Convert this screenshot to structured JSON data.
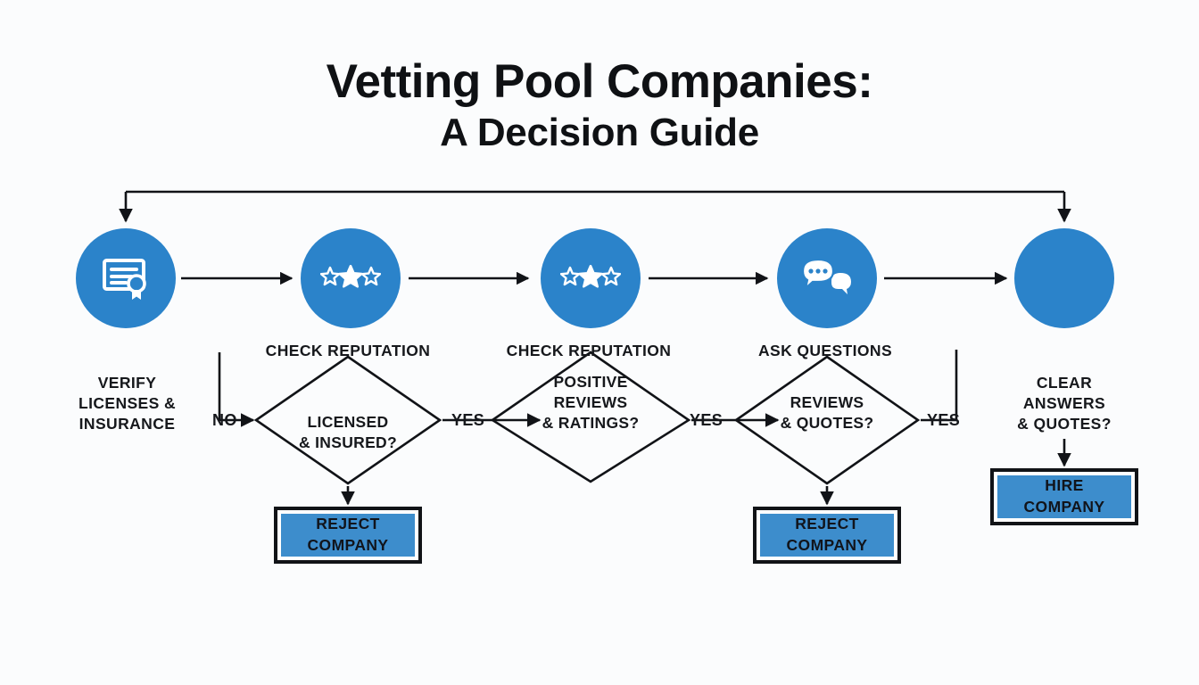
{
  "title": {
    "line1": "Vetting Pool Companies:",
    "line2": "A Decision Guide"
  },
  "colors": {
    "background": "#fbfcfd",
    "circle_blue": "#2b83ca",
    "box_blue": "#3d8dcc",
    "stroke": "#111317",
    "text": "#16181c"
  },
  "stages": [
    {
      "id": "verify-licenses",
      "icon": "certificate-icon",
      "caption": "VERIFY\nLICENSES &\nINSURANCE"
    },
    {
      "id": "check-reputation-1",
      "icon": "star-rating-icon",
      "caption": "CHECK REPUTATION"
    },
    {
      "id": "check-reputation-2",
      "icon": "star-rating-icon",
      "caption": "CHECK REPUTATION"
    },
    {
      "id": "ask-questions",
      "icon": "chat-bubbles-icon",
      "caption": "ASK QUESTIONS"
    },
    {
      "id": "clear-answers",
      "icon": "none",
      "caption": "CLEAR\nANSWERS\n& QUOTES?"
    }
  ],
  "decisions": [
    {
      "id": "licensed-insured",
      "label": "LICENSED\n& INSURED?"
    },
    {
      "id": "positive-reviews",
      "label": "POSITIVE\nREVIEWS\n& RATINGS?"
    },
    {
      "id": "reviews-quotes",
      "label": "REVIEWS\n& QUOTES?"
    }
  ],
  "edge_labels": [
    {
      "id": "edge-no-1",
      "text": "NO"
    },
    {
      "id": "edge-yes-1",
      "text": "YES"
    },
    {
      "id": "edge-yes-2",
      "text": "YES"
    },
    {
      "id": "edge-yes-3",
      "text": "YES"
    }
  ],
  "terminals": [
    {
      "id": "reject-company-1",
      "label": "REJECT\nCOMPANY"
    },
    {
      "id": "reject-company-2",
      "label": "REJECT\nCOMPANY"
    },
    {
      "id": "hire-company",
      "label": "HIRE\nCOMPANY"
    }
  ],
  "chart_data": {
    "type": "diagram",
    "diagram_kind": "flowchart",
    "title": "Vetting Pool Companies: A Decision Guide",
    "nodes": [
      {
        "id": "verify-licenses",
        "type": "process-circle",
        "text": "VERIFY LICENSES & INSURANCE",
        "icon": "certificate-icon"
      },
      {
        "id": "check-reputation-1",
        "type": "process-circle",
        "text": "CHECK REPUTATION",
        "icon": "star-rating-icon"
      },
      {
        "id": "check-reputation-2",
        "type": "process-circle",
        "text": "CHECK REPUTATION",
        "icon": "star-rating-icon"
      },
      {
        "id": "ask-questions",
        "type": "process-circle",
        "text": "ASK QUESTIONS",
        "icon": "chat-bubbles-icon"
      },
      {
        "id": "clear-answers",
        "type": "process-circle",
        "text": "CLEAR ANSWERS & QUOTES?",
        "icon": "none"
      },
      {
        "id": "licensed-insured",
        "type": "decision",
        "text": "LICENSED & INSURED?"
      },
      {
        "id": "positive-reviews",
        "type": "decision",
        "text": "POSITIVE REVIEWS & RATINGS?"
      },
      {
        "id": "reviews-quotes",
        "type": "decision",
        "text": "REVIEWS & QUOTES?"
      },
      {
        "id": "reject-company-1",
        "type": "terminal",
        "text": "REJECT COMPANY"
      },
      {
        "id": "reject-company-2",
        "type": "terminal",
        "text": "REJECT COMPANY"
      },
      {
        "id": "hire-company",
        "type": "terminal",
        "text": "HIRE COMPANY"
      }
    ],
    "edges": [
      {
        "from": "verify-licenses",
        "to": "check-reputation-1",
        "label": ""
      },
      {
        "from": "check-reputation-1",
        "to": "check-reputation-2",
        "label": ""
      },
      {
        "from": "check-reputation-2",
        "to": "ask-questions",
        "label": ""
      },
      {
        "from": "ask-questions",
        "to": "clear-answers",
        "label": ""
      },
      {
        "from": "verify-licenses",
        "to": "licensed-insured",
        "label": "NO"
      },
      {
        "from": "licensed-insured",
        "to": "reject-company-1",
        "label": ""
      },
      {
        "from": "licensed-insured",
        "to": "positive-reviews",
        "label": "YES"
      },
      {
        "from": "positive-reviews",
        "to": "reviews-quotes",
        "label": "YES"
      },
      {
        "from": "reviews-quotes",
        "to": "reject-company-2",
        "label": ""
      },
      {
        "from": "reviews-quotes",
        "to": "clear-answers",
        "label": "YES"
      },
      {
        "from": "clear-answers",
        "to": "hire-company",
        "label": ""
      }
    ]
  }
}
